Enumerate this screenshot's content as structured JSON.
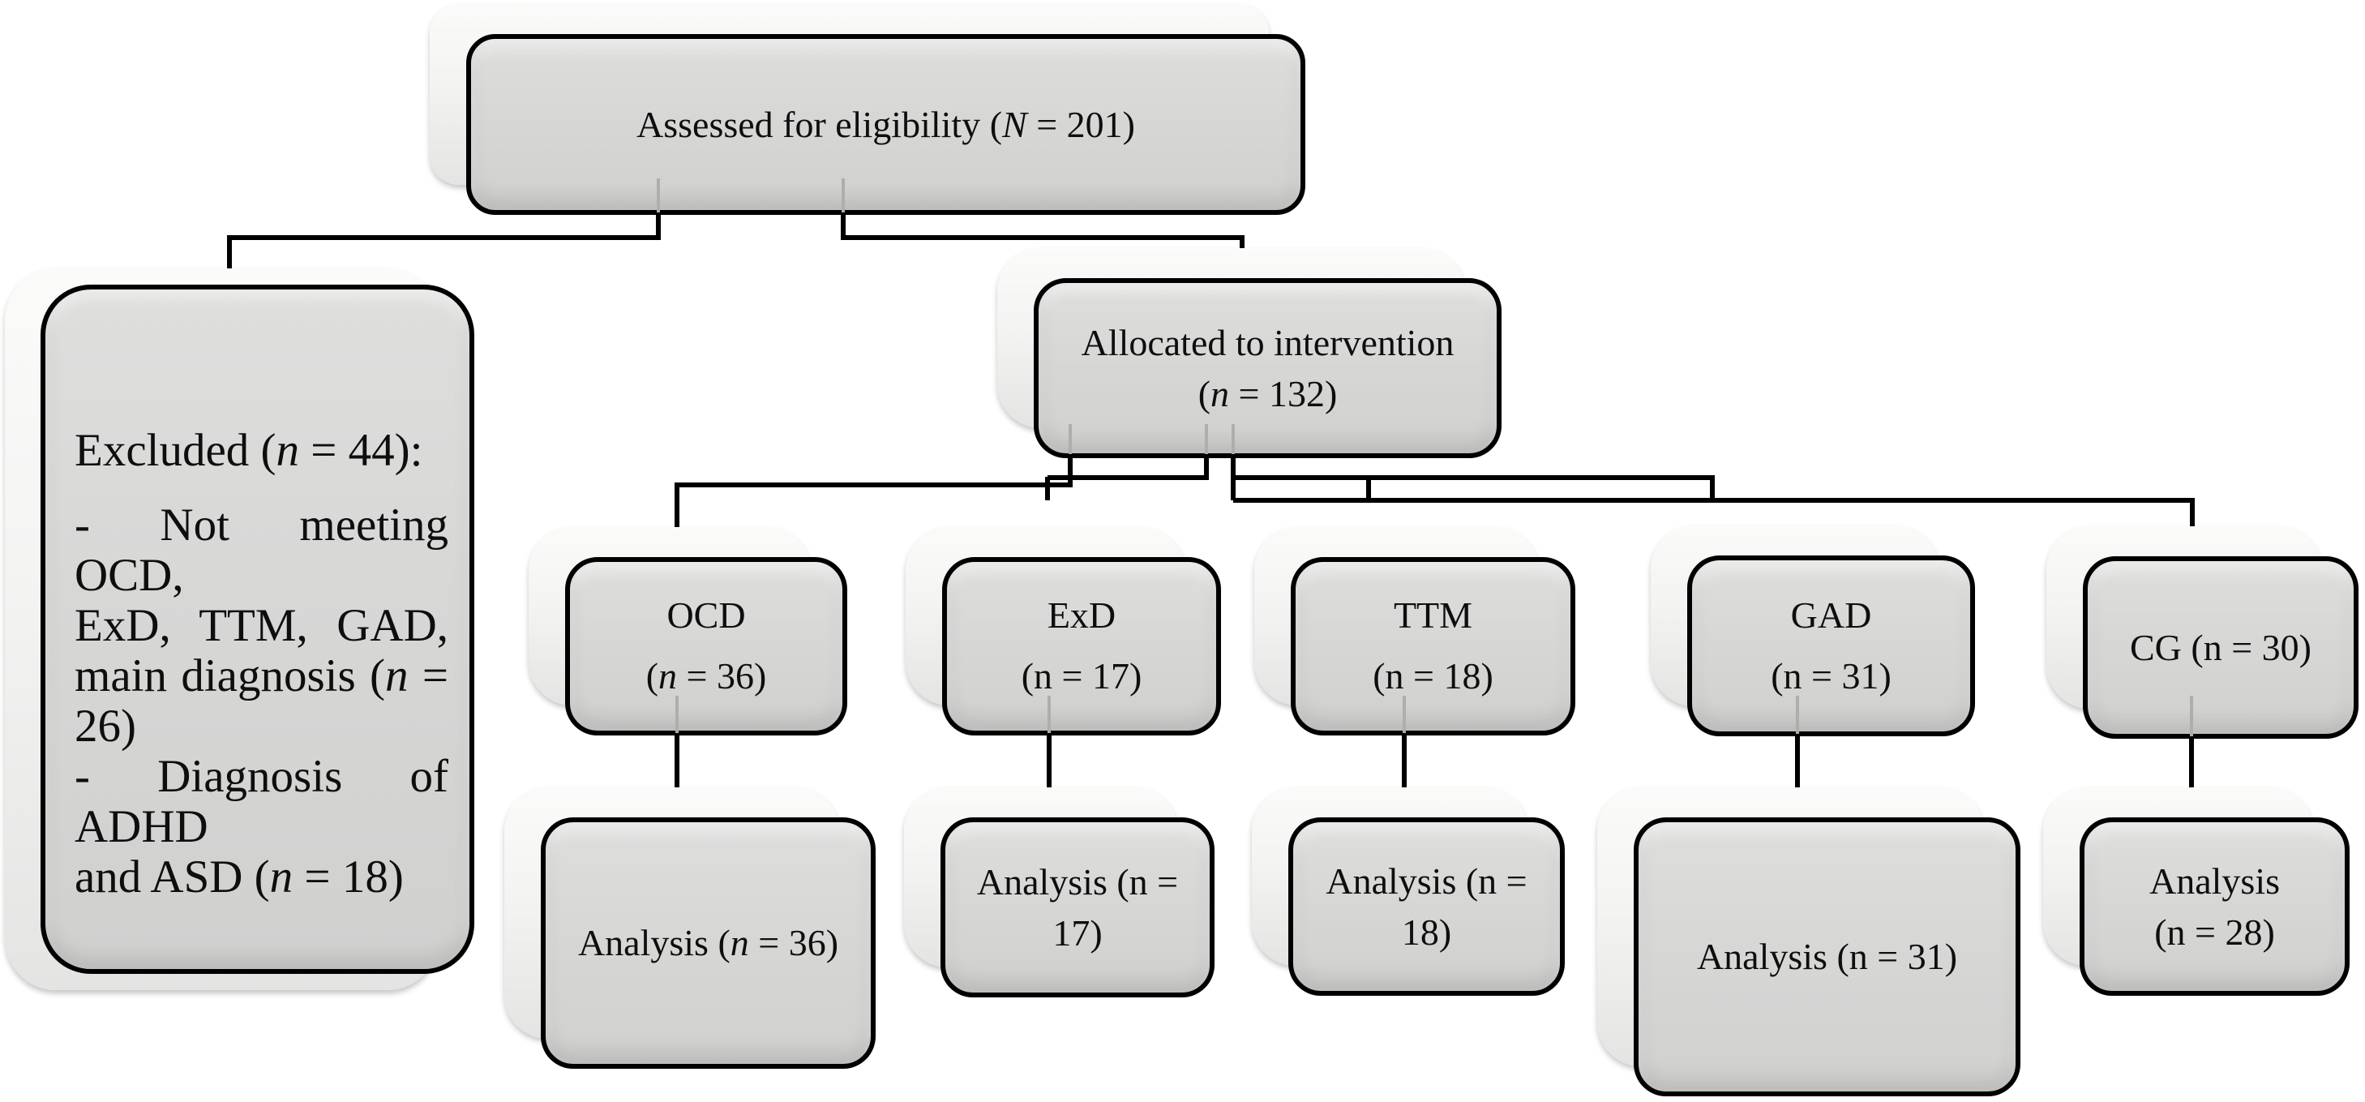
{
  "diagram": {
    "type": "participant-flow-diagram",
    "colors": {
      "box_fill": "#d7d7d6",
      "box_border": "#000000",
      "echo_shadow_fill": "#f3f3f2",
      "connector": "#000000",
      "background": "#ffffff"
    },
    "assessed": {
      "parts": [
        {
          "t": "Assessed for eligibility ("
        },
        {
          "t": "N",
          "i": 1
        },
        {
          "t": " = 201)"
        }
      ]
    },
    "excluded": {
      "lines": [
        {
          "j": 0,
          "gap": 1,
          "parts": [
            {
              "t": "Excluded ("
            },
            {
              "t": "n",
              "i": 1
            },
            {
              "t": " = 44):"
            }
          ]
        },
        {
          "j": 1,
          "parts": [
            {
              "t": "- Not meeting OCD,"
            }
          ]
        },
        {
          "j": 1,
          "parts": [
            {
              "t": "ExD, TTM, GAD,"
            }
          ]
        },
        {
          "j": 1,
          "parts": [
            {
              "t": "main diagnosis ("
            },
            {
              "t": "n",
              "i": 1
            },
            {
              "t": " ="
            }
          ]
        },
        {
          "j": 0,
          "parts": [
            {
              "t": "26)"
            }
          ]
        },
        {
          "j": 1,
          "parts": [
            {
              "t": "- Diagnosis of ADHD"
            }
          ]
        },
        {
          "j": 0,
          "parts": [
            {
              "t": "and ASD ("
            },
            {
              "t": "n",
              "i": 1
            },
            {
              "t": " = 18)"
            }
          ]
        }
      ]
    },
    "allocated": {
      "parts": [
        {
          "t": "Allocated to intervention\n("
        },
        {
          "t": "n",
          "i": 1
        },
        {
          "t": " = 132)"
        }
      ]
    },
    "groups": [
      {
        "key": "ocd",
        "n": 36,
        "parts": [
          {
            "t": "OCD\n("
          },
          {
            "t": "n",
            "i": 1
          },
          {
            "t": " = 36)"
          }
        ]
      },
      {
        "key": "exd",
        "n": 17,
        "parts": [
          {
            "t": "ExD\n(n = 17)"
          }
        ]
      },
      {
        "key": "ttm",
        "n": 18,
        "parts": [
          {
            "t": "TTM\n(n = 18)"
          }
        ]
      },
      {
        "key": "gad",
        "n": 31,
        "parts": [
          {
            "t": "GAD\n(n = 31)"
          }
        ]
      },
      {
        "key": "cg",
        "n": 30,
        "parts": [
          {
            "t": "CG (n = 30)"
          }
        ]
      }
    ],
    "analysis": [
      {
        "key": "ocd",
        "n": 36,
        "parts": [
          {
            "t": "Analysis ("
          },
          {
            "t": "n",
            "i": 1
          },
          {
            "t": " = 36)"
          }
        ]
      },
      {
        "key": "exd",
        "n": 17,
        "parts": [
          {
            "t": "Analysis (n =\n17)"
          }
        ]
      },
      {
        "key": "ttm",
        "n": 18,
        "parts": [
          {
            "t": "Analysis (n =\n18)"
          }
        ]
      },
      {
        "key": "gad",
        "n": 31,
        "parts": [
          {
            "t": "Analysis (n = 31)"
          }
        ]
      },
      {
        "key": "cg",
        "n": 28,
        "parts": [
          {
            "t": "Analysis\n(n = 28)"
          }
        ]
      }
    ]
  }
}
